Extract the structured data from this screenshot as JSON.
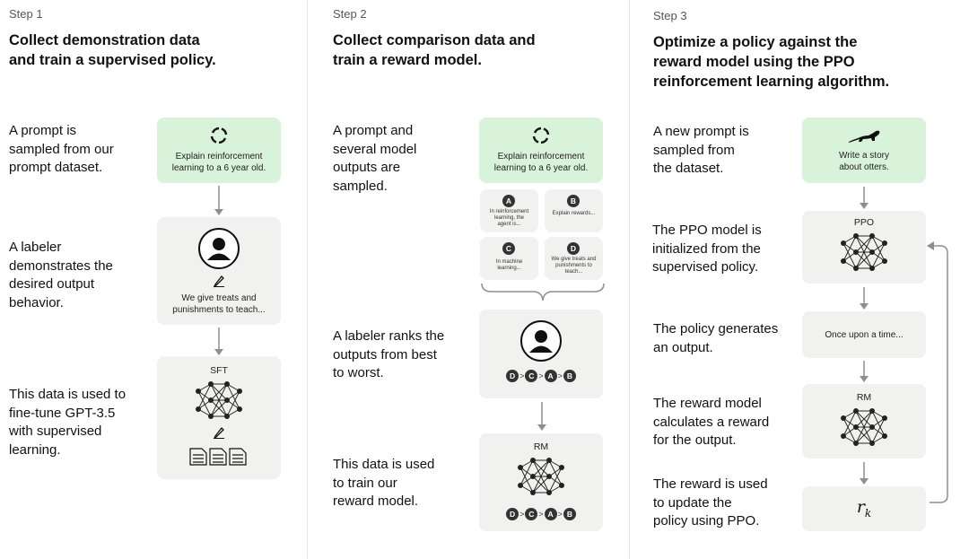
{
  "steps": [
    {
      "label": "Step 1",
      "title_lines": [
        "Collect demonstration data",
        "and train a supervised policy."
      ],
      "descs": [
        [
          "A prompt is",
          "sampled from our",
          "prompt dataset."
        ],
        [
          "A labeler",
          "demonstrates the",
          "desired output",
          "behavior."
        ],
        [
          "This data is used to",
          "fine-tune GPT-3.5",
          "with supervised",
          "learning."
        ]
      ],
      "prompt_text": [
        "Explain reinforcement",
        "learning to a 6 year old."
      ],
      "demo_text": [
        "We give treats and",
        "punishments to teach..."
      ],
      "model_label": "SFT"
    },
    {
      "label": "Step 2",
      "title_lines": [
        "Collect comparison data and",
        "train a reward model."
      ],
      "descs": [
        [
          "A prompt and",
          "several model",
          "outputs are",
          "sampled."
        ],
        [
          "A labeler ranks the",
          "outputs from best",
          "to worst."
        ],
        [
          "This data is used",
          "to train our",
          "reward model."
        ]
      ],
      "prompt_text": [
        "Explain reinforcement",
        "learning to a 6 year old."
      ],
      "outputs": [
        {
          "letter": "A",
          "text": [
            "In reinforcement",
            "learning, the",
            "agent is..."
          ]
        },
        {
          "letter": "B",
          "text": [
            "Explain rewards..."
          ]
        },
        {
          "letter": "C",
          "text": [
            "In machine",
            "learning..."
          ]
        },
        {
          "letter": "D",
          "text": [
            "We give treats and",
            "punishments to",
            "teach..."
          ]
        }
      ],
      "ranking": [
        "D",
        "C",
        "A",
        "B"
      ],
      "model_label": "RM"
    },
    {
      "label": "Step 3",
      "title_lines": [
        "Optimize a policy against the",
        "reward model using the PPO",
        "reinforcement learning algorithm."
      ],
      "descs": [
        [
          "A new prompt is",
          "sampled from",
          "the dataset."
        ],
        [
          "The PPO model is",
          "initialized from the",
          "supervised policy."
        ],
        [
          "The policy generates",
          "an output."
        ],
        [
          "The reward model",
          "calculates a reward",
          "for the output."
        ],
        [
          "The reward is used",
          "to update the",
          "policy using PPO."
        ]
      ],
      "prompt_text": [
        "Write a story",
        "about otters."
      ],
      "ppo_label": "PPO",
      "output_text": "Once upon a time...",
      "rm_label": "RM",
      "reward_symbol": "r",
      "reward_subscript": "k"
    }
  ],
  "colors": {
    "prompt_box": "#d9f3da",
    "box": "#f1f1ef",
    "arrow": "#8e8e93",
    "node": "#222222"
  }
}
